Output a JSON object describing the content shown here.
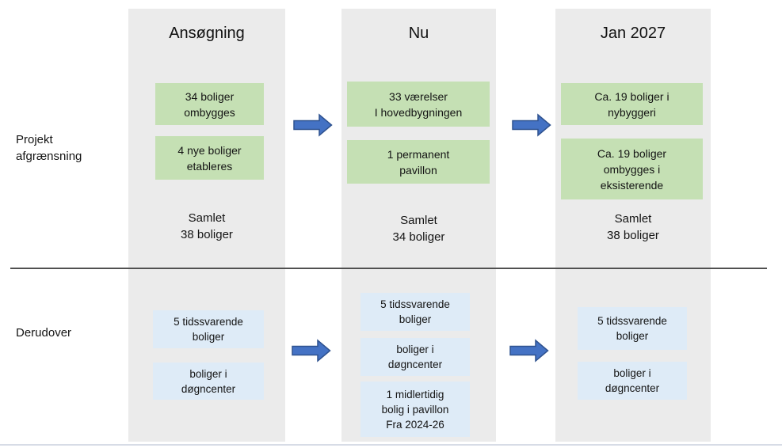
{
  "diagram": {
    "row_labels": {
      "top": "Projekt\nafgrænsning",
      "bottom": "Derudover"
    },
    "columns": [
      {
        "header": "Ansøgning",
        "green_boxes": [
          "34 boliger\nombygges",
          "4 nye boliger\netableres"
        ],
        "summary": "Samlet\n38 boliger",
        "blue_boxes": [
          "5 tidssvarende\nboliger",
          "boliger i\ndøgncenter"
        ]
      },
      {
        "header": "Nu",
        "green_boxes": [
          "33 værelser\nI hovedbygningen",
          "1 permanent\npavillon"
        ],
        "summary": "Samlet\n34 boliger",
        "blue_boxes": [
          "5 tidssvarende\nboliger",
          "boliger i\ndøgncenter",
          "1 midlertidig\nbolig i pavillon\nFra 2024-26"
        ]
      },
      {
        "header": "Jan 2027",
        "green_boxes": [
          "Ca. 19 boliger i\nnybyggeri",
          "Ca. 19 boliger\nombygges i\neksisterende"
        ],
        "summary": "Samlet\n38 boliger",
        "blue_boxes": [
          "5 tidssvarende\nboliger",
          "boliger i\ndøgncenter"
        ]
      }
    ],
    "colors": {
      "column_bg": "#ebebeb",
      "green_box": "#c5e0b4",
      "blue_box": "#deebf7",
      "arrow_fill": "#4472c4",
      "arrow_stroke": "#2f528f"
    }
  }
}
